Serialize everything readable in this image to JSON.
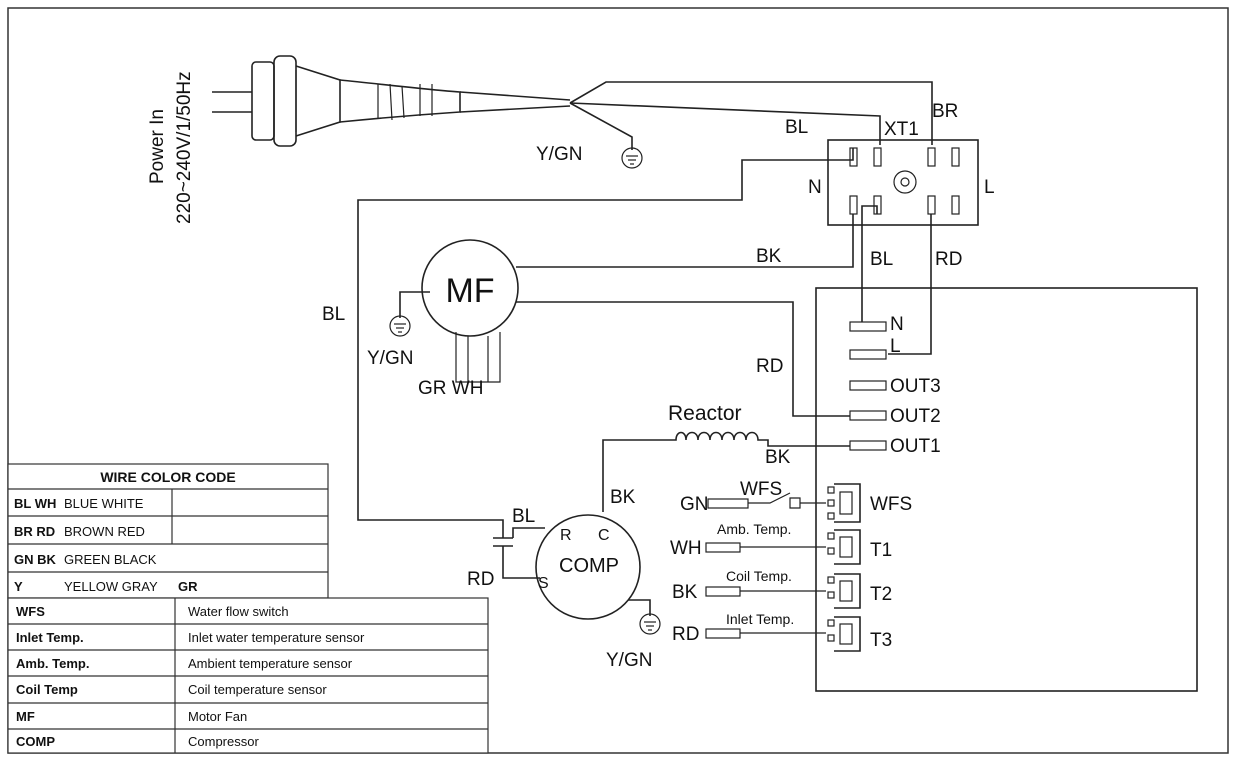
{
  "power": {
    "line1": "Power In",
    "line2": "220~240V/1/50Hz"
  },
  "terminal_block": {
    "name": "XT1",
    "left": "N",
    "right": "L"
  },
  "wires": {
    "br": "BR",
    "bl_top": "BL",
    "ygn_plug": "Y/GN",
    "bk_mf": "BK",
    "bl_out": "BL",
    "rd_out": "RD",
    "bl_left": "BL",
    "rd_mf": "RD",
    "bk_reactor": "BK",
    "bl_cap": "BL",
    "rd_cap": "RD",
    "bk_comp": "BK",
    "ygn_mf": "Y/GN",
    "ygn_comp": "Y/GN",
    "gr_wh": "GR WH"
  },
  "motor_fan": {
    "label": "MF"
  },
  "compressor": {
    "label": "COMP",
    "r": "R",
    "c": "C",
    "s": "S"
  },
  "reactor": {
    "label": "Reactor"
  },
  "board_terminals": [
    "N",
    "L",
    "OUT3",
    "OUT2",
    "OUT1"
  ],
  "sensors": [
    {
      "wire": "GN",
      "label": "WFS",
      "connector": "WFS"
    },
    {
      "wire": "WH",
      "label": "Amb. Temp.",
      "connector": "T1"
    },
    {
      "wire": "BK",
      "label": "Coil Temp.",
      "connector": "T2"
    },
    {
      "wire": "RD",
      "label": "Inlet Temp.",
      "connector": "T3"
    }
  ],
  "color_code": {
    "title": "WIRE COLOR CODE",
    "rows": [
      {
        "code": "BL WH",
        "name": "BLUE WHITE"
      },
      {
        "code": "BR RD",
        "name": "BROWN RED"
      },
      {
        "code": "GN BK",
        "name": "GREEN BLACK"
      },
      {
        "code": "Y",
        "name": "YELLOW GRAY",
        "extra": "GR"
      }
    ]
  },
  "legend": [
    {
      "abbr": "WFS",
      "desc": "Water flow switch"
    },
    {
      "abbr": "Inlet Temp.",
      "desc": "Inlet water temperature sensor"
    },
    {
      "abbr": "Amb. Temp.",
      "desc": "Ambient temperature sensor"
    },
    {
      "abbr": "Coil Temp",
      "desc": "Coil temperature sensor"
    },
    {
      "abbr": "MF",
      "desc": "Motor Fan"
    },
    {
      "abbr": "COMP",
      "desc": "Compressor"
    }
  ]
}
